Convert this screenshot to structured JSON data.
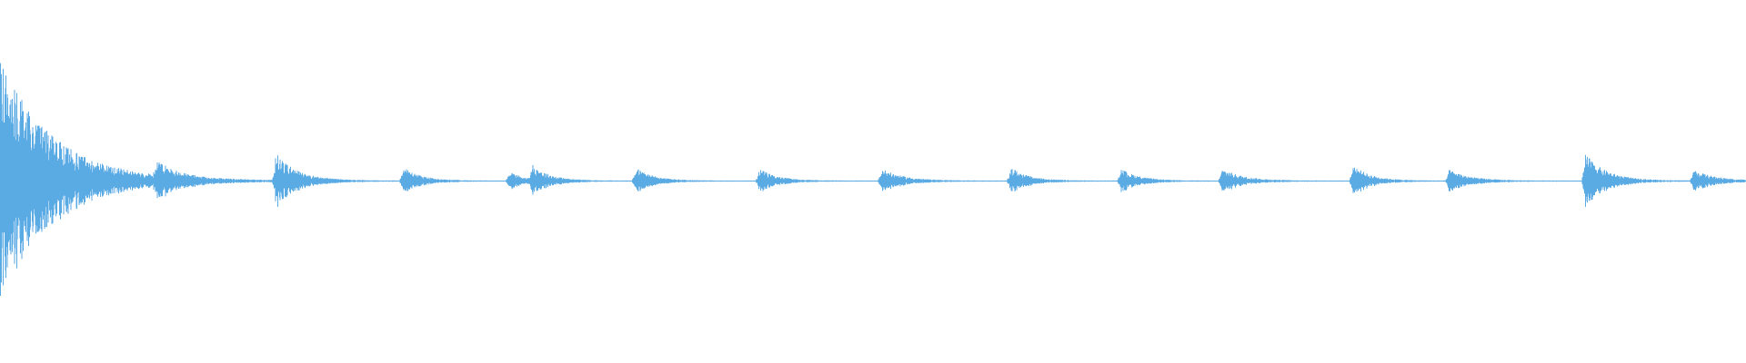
{
  "waveform": {
    "color": "#5aaae4",
    "background": "#ffffff",
    "bursts": [
      {
        "position": 0.0,
        "amplitude": 1.0,
        "decay": 0.03
      },
      {
        "position": 0.09,
        "amplitude": 0.12,
        "decay": 0.012
      },
      {
        "position": 0.158,
        "amplitude": 0.22,
        "decay": 0.012
      },
      {
        "position": 0.231,
        "amplitude": 0.11,
        "decay": 0.01
      },
      {
        "position": 0.292,
        "amplitude": 0.08,
        "decay": 0.008
      },
      {
        "position": 0.305,
        "amplitude": 0.12,
        "decay": 0.01
      },
      {
        "position": 0.364,
        "amplitude": 0.11,
        "decay": 0.01
      },
      {
        "position": 0.435,
        "amplitude": 0.1,
        "decay": 0.01
      },
      {
        "position": 0.505,
        "amplitude": 0.1,
        "decay": 0.012
      },
      {
        "position": 0.579,
        "amplitude": 0.11,
        "decay": 0.01
      },
      {
        "position": 0.642,
        "amplitude": 0.1,
        "decay": 0.01
      },
      {
        "position": 0.7,
        "amplitude": 0.1,
        "decay": 0.012
      },
      {
        "position": 0.775,
        "amplitude": 0.13,
        "decay": 0.01
      },
      {
        "position": 0.83,
        "amplitude": 0.09,
        "decay": 0.012
      },
      {
        "position": 0.908,
        "amplitude": 0.22,
        "decay": 0.012
      },
      {
        "position": 0.97,
        "amplitude": 0.09,
        "decay": 0.012
      }
    ]
  }
}
